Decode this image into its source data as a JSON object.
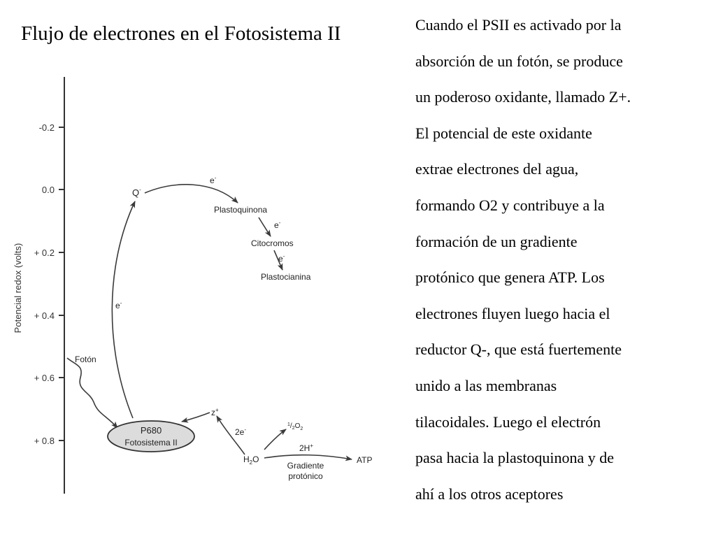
{
  "slide": {
    "title": "Flujo de electrones en el Fotosistema II",
    "body_lines": [
      "Cuando el PSII es activado por la",
      "absorción de un fotón, se produce",
      "un poderoso oxidante, llamado Z+.",
      "El potencial de este oxidante",
      "extrae electrones del agua,",
      "formando O2 y contribuye a la",
      "formación de un gradiente",
      "protónico que genera ATP. Los",
      "electrones fluyen luego hacia el",
      "reductor Q-, que está fuertemente",
      "unido a las membranas",
      "tilacoidales. Luego el electrón",
      "pasa hacia la plastoquinona y de",
      "ahí a los otros aceptores"
    ]
  },
  "diagram": {
    "axis_label": "Potencial redox (volts)",
    "ticks": [
      "-0.2",
      "0.0",
      "+ 0.2",
      "+ 0.4",
      "+ 0.6",
      "+ 0.8"
    ],
    "labels": {
      "q_minus": "Q",
      "plastoquinona": "Plastoquinona",
      "citocromos": "Citocromos",
      "plastocianina": "Plastocianina",
      "foton": "Fotón",
      "p680": "P680",
      "fotosistema": "Fotosistema II",
      "z_plus": "z",
      "two_e": "2e",
      "h2o_h": "H",
      "h2o_2": "2",
      "h2o_o": "O",
      "half_o2_num": "1",
      "half_o2_slash": "/",
      "half_o2_den": "2",
      "half_o2_o": "O",
      "half_o2_sub": "2",
      "two_h": "2H",
      "gradiente": "Gradiente",
      "protonico": "protónico",
      "atp": "ATP",
      "e_top": "e",
      "e_plasto": "e",
      "e_cito": "e",
      "e_left": "e",
      "sup_minus": "-",
      "sup_plus": "+"
    }
  }
}
